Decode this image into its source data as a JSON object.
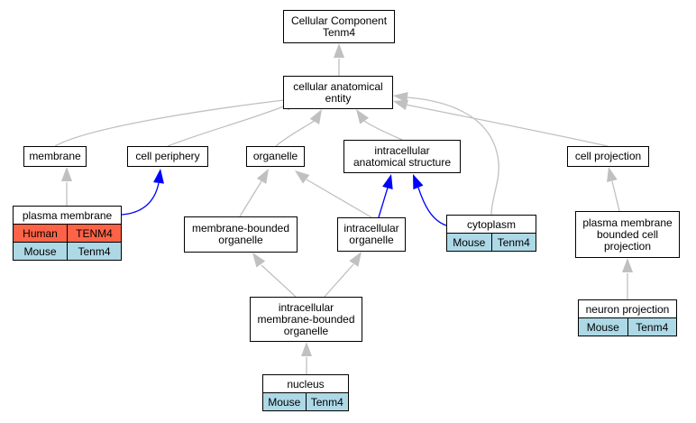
{
  "colors": {
    "edge_gray": "#c0c0c0",
    "edge_blue": "#0000ff",
    "human_row": "#ff6347",
    "mouse_row": "#add8e6"
  },
  "nodes": {
    "root": "Cellular Component\nTenm4",
    "cae": "cellular anatomical\nentity",
    "membrane": "membrane",
    "cell_periphery": "cell periphery",
    "organelle": "organelle",
    "ias": "intracellular\nanatomical structure",
    "cell_projection": "cell projection",
    "mbo": "membrane-bounded\norganelle",
    "io": "intracellular\norganelle",
    "pmbcp": "plasma membrane\nbounded cell\nprojection",
    "imbo": "intracellular\nmembrane-bounded\norganelle"
  },
  "tables": {
    "plasma_membrane": {
      "title": "plasma membrane",
      "rows": [
        {
          "species": "Human",
          "gene": "TENM4",
          "color": "#ff6347"
        },
        {
          "species": "Mouse",
          "gene": "Tenm4",
          "color": "#add8e6"
        }
      ]
    },
    "cytoplasm": {
      "title": "cytoplasm",
      "rows": [
        {
          "species": "Mouse",
          "gene": "Tenm4",
          "color": "#add8e6"
        }
      ]
    },
    "neuron_projection": {
      "title": "neuron projection",
      "rows": [
        {
          "species": "Mouse",
          "gene": "Tenm4",
          "color": "#add8e6"
        }
      ]
    },
    "nucleus": {
      "title": "nucleus",
      "rows": [
        {
          "species": "Mouse",
          "gene": "Tenm4",
          "color": "#add8e6"
        }
      ]
    }
  }
}
